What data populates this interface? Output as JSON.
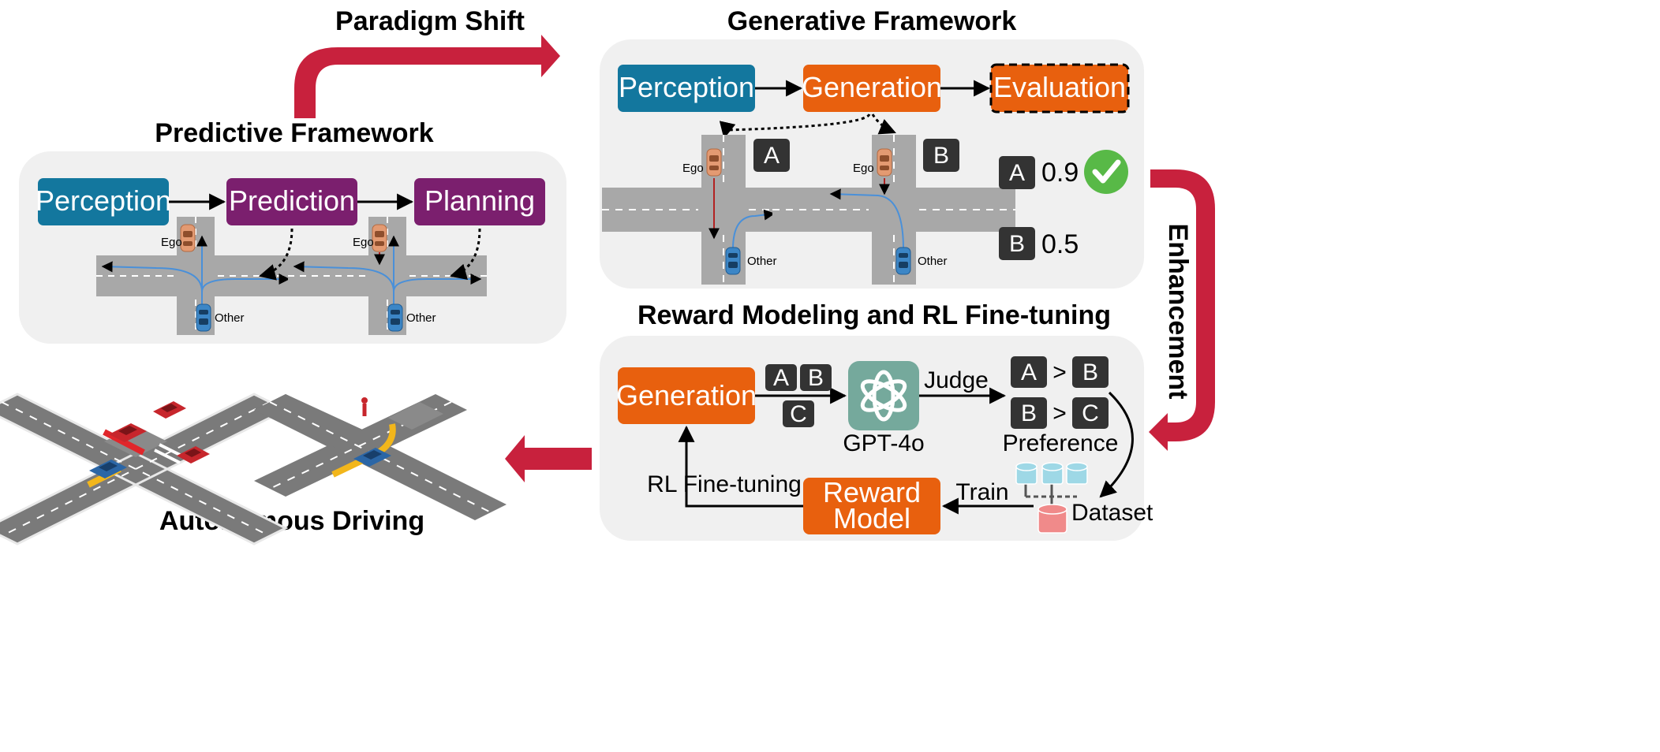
{
  "colors": {
    "perception": "#13779E",
    "predictive": "#7B1F6E",
    "generative": "#E8600E",
    "badge": "#333333",
    "accent_arrow": "#C8213D",
    "check": "#58B947",
    "gpt": "#75A99C",
    "panel": "#F0F0F0"
  },
  "titles": {
    "paradigm_shift": "Paradigm Shift",
    "generative_framework": "Generative Framework",
    "predictive_framework": "Predictive Framework",
    "reward_modeling": "Reward Modeling and RL Fine-tuning",
    "enhancement": "Enhancement",
    "autonomous_driving": "Autonomous Driving"
  },
  "predictive": {
    "perception": "Perception",
    "prediction": "Prediction",
    "planning": "Planning",
    "ego": "Ego",
    "other": "Other"
  },
  "generative": {
    "perception": "Perception",
    "generation": "Generation",
    "evaluation": "Evaluation",
    "ego": "Ego",
    "other": "Other",
    "option_a": "A",
    "option_b": "B",
    "score_a": "0.9",
    "score_b": "0.5"
  },
  "reward": {
    "generation": "Generation",
    "candidates": [
      "A",
      "B",
      "C"
    ],
    "judge": "Judge",
    "gpt": "GPT-4o",
    "pref_1": {
      "left": "A",
      "op": ">",
      "right": "B"
    },
    "pref_2": {
      "left": "B",
      "op": ">",
      "right": "C"
    },
    "preference": "Preference",
    "dataset": "Dataset",
    "train": "Train",
    "reward_model_line1": "Reward",
    "reward_model_line2": "Model",
    "rl_finetuning": "RL Fine-tuning"
  }
}
